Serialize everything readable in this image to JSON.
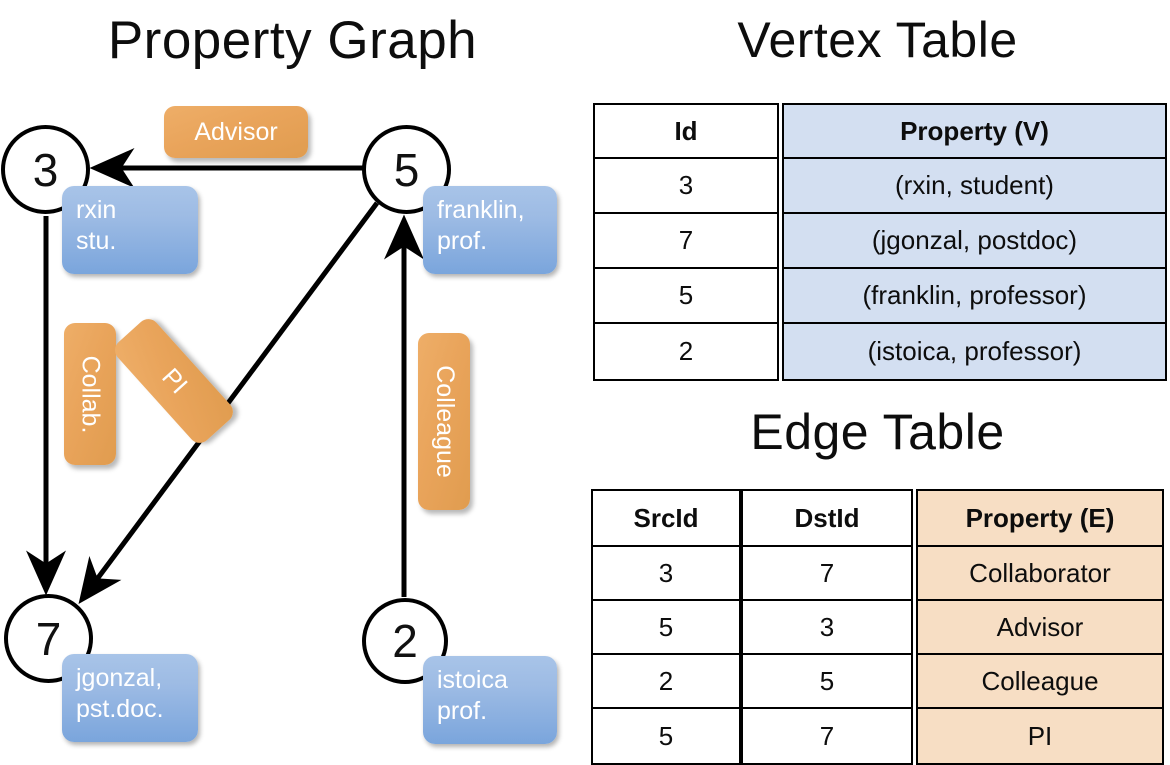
{
  "titles": {
    "property_graph": "Property Graph",
    "vertex_table": "Vertex Table",
    "edge_table": "Edge Table"
  },
  "graph": {
    "vertices": [
      {
        "id": "3",
        "property": "rxin\nstu."
      },
      {
        "id": "5",
        "property": "franklin,\nprof."
      },
      {
        "id": "7",
        "property": "jgonzal,\npst.doc."
      },
      {
        "id": "2",
        "property": "istoica\nprof."
      }
    ],
    "edge_labels": [
      {
        "name": "advisor",
        "text": "Advisor"
      },
      {
        "name": "collab",
        "text": "Collab."
      },
      {
        "name": "pi",
        "text": "PI"
      },
      {
        "name": "colleague",
        "text": "Colleague"
      }
    ]
  },
  "vertex_table": {
    "headers": [
      "Id",
      "Property (V)"
    ],
    "rows": [
      {
        "id": "3",
        "property": "(rxin, student)"
      },
      {
        "id": "7",
        "property": "(jgonzal, postdoc)"
      },
      {
        "id": "5",
        "property": "(franklin, professor)"
      },
      {
        "id": "2",
        "property": "(istoica, professor)"
      }
    ]
  },
  "edge_table": {
    "headers": [
      "SrcId",
      "DstId",
      "Property (E)"
    ],
    "rows": [
      {
        "src": "3",
        "dst": "7",
        "property": "Collaborator"
      },
      {
        "src": "5",
        "dst": "3",
        "property": "Advisor"
      },
      {
        "src": "2",
        "dst": "5",
        "property": "Colleague"
      },
      {
        "src": "5",
        "dst": "7",
        "property": "PI"
      }
    ]
  },
  "colors": {
    "vertex_property_fill": "#a8c4e8",
    "edge_label_fill": "#e9a45b",
    "vertex_table_highlight": "#d3dff1",
    "edge_table_highlight": "#f7dec4",
    "stroke": "#000000"
  }
}
